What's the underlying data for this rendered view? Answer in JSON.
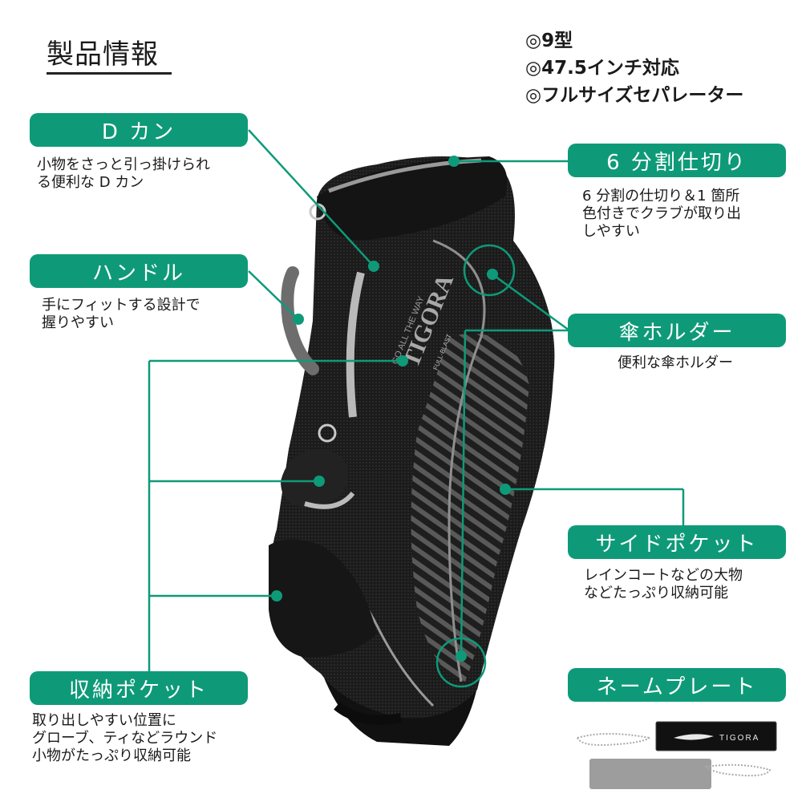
{
  "page": {
    "title": "製品情報",
    "accent_color": "#0e9a78"
  },
  "specs": [
    "◎9型",
    "◎47.5インチ対応",
    "◎フルサイズセパレーター"
  ],
  "features": [
    {
      "id": "d-kan",
      "label": "D カン",
      "desc": [
        "小物をさっと引っ掛けられ",
        "る便利な D カン"
      ]
    },
    {
      "id": "handle",
      "label": "ハンドル",
      "desc": [
        "手にフィットする設計で",
        "握りやすい"
      ]
    },
    {
      "id": "divider",
      "label": "6 分割仕切り",
      "desc": [
        "6 分割の仕切り＆1 箇所",
        "色付きでクラブが取り出",
        "しやすい"
      ]
    },
    {
      "id": "umbrella-holder",
      "label": "傘ホルダー",
      "desc": [
        "便利な傘ホルダー"
      ]
    },
    {
      "id": "side-pocket",
      "label": "サイドポケット",
      "desc": [
        "レインコートなどの大物",
        "などたっぷり収納可能"
      ]
    },
    {
      "id": "storage-pocket",
      "label": "収納ポケット",
      "desc": [
        "取り出しやすい位置に",
        "グローブ、ティなどラウンド",
        "小物がたっぷり収納可能"
      ]
    },
    {
      "id": "name-plate",
      "label": "ネームプレート",
      "desc": []
    }
  ],
  "product": {
    "brand_text": "TIGORA",
    "bag_text": "GO ALL THE WAY",
    "bag_subtext": "FULL-BLAST",
    "nameplate_text": "TIGORA"
  }
}
